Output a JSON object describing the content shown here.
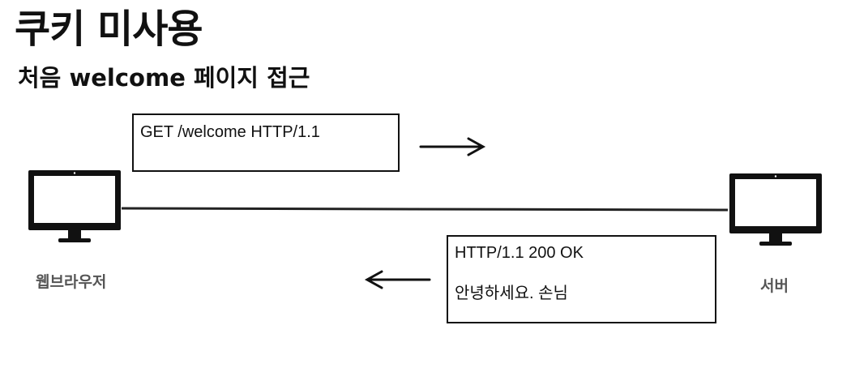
{
  "title": "쿠키 미사용",
  "subtitle": "처음 welcome 페이지 접근",
  "request": {
    "text": "GET /welcome HTTP/1.1"
  },
  "response": {
    "status": "HTTP/1.1 200 OK",
    "body": "안녕하세요. 손님"
  },
  "client": {
    "label": "웹브라우저",
    "icon": "monitor-icon"
  },
  "server": {
    "label": "서버",
    "icon": "monitor-icon"
  },
  "colors": {
    "ink": "#111111",
    "label": "#555555",
    "background": "#ffffff"
  }
}
